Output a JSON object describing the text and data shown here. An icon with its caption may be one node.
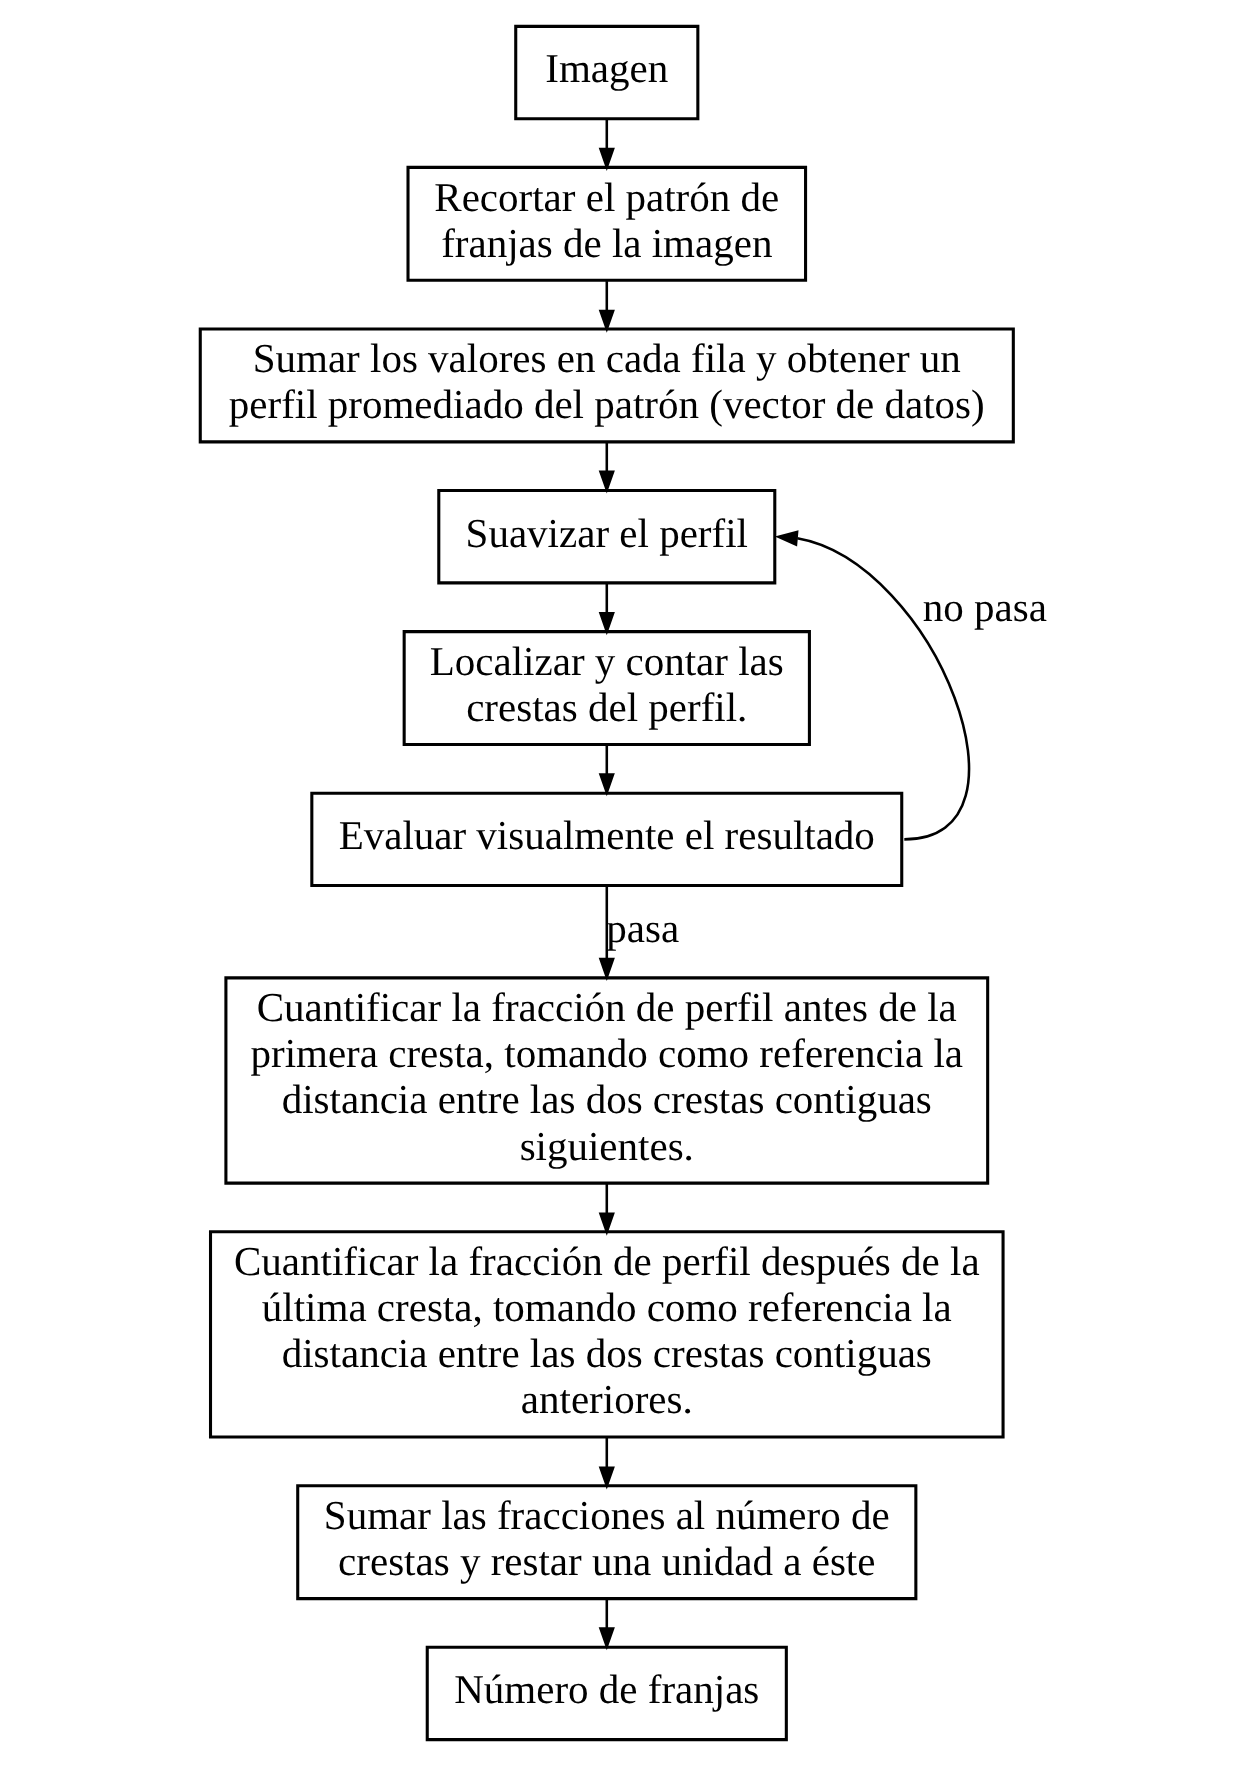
{
  "diagram": {
    "nodes": [
      {
        "text": [
          "Imagen"
        ]
      },
      {
        "text": [
          "Recortar el patrón de franjas de la imagen"
        ]
      },
      {
        "text": [
          "Sumar los valores en cada fila y obtener un perfil promediado del patrón (vector de datos)"
        ]
      },
      {
        "text": [
          "Suavizar el perfil"
        ]
      },
      {
        "text": [
          "Localizar y contar las crestas del perfil."
        ]
      },
      {
        "text": [
          "Evaluar visualmente el resultado"
        ]
      },
      {
        "text": [
          "Cuantificar la fracción de perfil antes de la primera cresta, tomando como referencia la distancia entre las dos crestas contiguas siguientes."
        ]
      },
      {
        "text": [
          "Cuantificar la fracción de perfil después de la última cresta, tomando como referencia la distancia entre las dos crestas contiguas anteriores."
        ]
      },
      {
        "text": [
          "Sumar las fracciones al número de crestas y restar una unidad a éste"
        ]
      },
      {
        "text": [
          "Número de franjas"
        ]
      }
    ],
    "edges": [
      {
        "from": 0,
        "to": 1,
        "arrow": "to"
      },
      {
        "from": 1,
        "to": 2,
        "arrow": "to"
      },
      {
        "from": 2,
        "to": 3,
        "arrow": "to"
      },
      {
        "from": 3,
        "to": 4,
        "arrow": "to"
      },
      {
        "from": 4,
        "to": 5,
        "arrow": "to"
      },
      {
        "from": 5,
        "to": 3,
        "arrow": "to",
        "label": "no pasa"
      },
      {
        "from": 5,
        "to": 6,
        "arrow": "to",
        "label": "pasa"
      },
      {
        "from": 6,
        "to": 7,
        "arrow": "to"
      },
      {
        "from": 7,
        "to": 8,
        "arrow": "to"
      },
      {
        "from": 8,
        "to": 9,
        "arrow": "to"
      }
    ]
  }
}
